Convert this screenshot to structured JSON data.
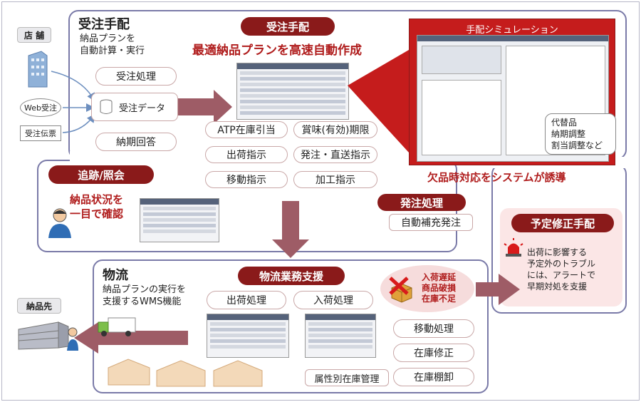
{
  "order_section": {
    "title": "受注手配",
    "description_lines": [
      "納品プランを",
      "自動計算・実行"
    ],
    "header": "受注手配",
    "headline": "最適納品プランを高速自動作成",
    "store_tag": "店 舗",
    "channels": [
      "Web受注",
      "受注伝票"
    ],
    "order_processing": "受注処理",
    "order_data": "受注データ",
    "delivery_reply": "納期回答",
    "functions": [
      "ATP在庫引当",
      "賞味(有効)期限",
      "出荷指示",
      "発注・直送指示",
      "移動指示",
      "加工指示"
    ]
  },
  "simulation": {
    "title": "手配シミュレーション",
    "callout_lines": [
      "代替品",
      "納期調整",
      "割当調整など"
    ],
    "caption": "欠品時対応をシステムが誘導"
  },
  "tracking_section": {
    "header": "追跡/照会",
    "headline_lines": [
      "納品状況を",
      "一目で確認"
    ]
  },
  "purchase": {
    "header": "発注処理",
    "item": "自動補充発注"
  },
  "revision": {
    "header": "予定修正手配",
    "text_lines": [
      "出荷に影響する",
      "予定外のトラブル",
      "には、アラートで",
      "早期対処を支援"
    ]
  },
  "logistics": {
    "title": "物流",
    "description_lines": [
      "納品プランの実行を",
      "支援するWMS機能"
    ],
    "header": "物流業務支援",
    "shipping": "出荷処理",
    "receiving": "入荷処理",
    "attribute_inventory": "属性別在庫管理",
    "alert_lines": [
      "入荷遅延",
      "商品破損",
      "在庫不足"
    ],
    "ops": [
      "移動処理",
      "在庫修正",
      "在庫棚卸"
    ],
    "destination_tag": "納品先"
  },
  "colors": {
    "brand_red": "#8a1a1a",
    "accent_red": "#b01d1d",
    "frame_blue": "#7a7aa8",
    "arrow": "#9e5c66"
  }
}
